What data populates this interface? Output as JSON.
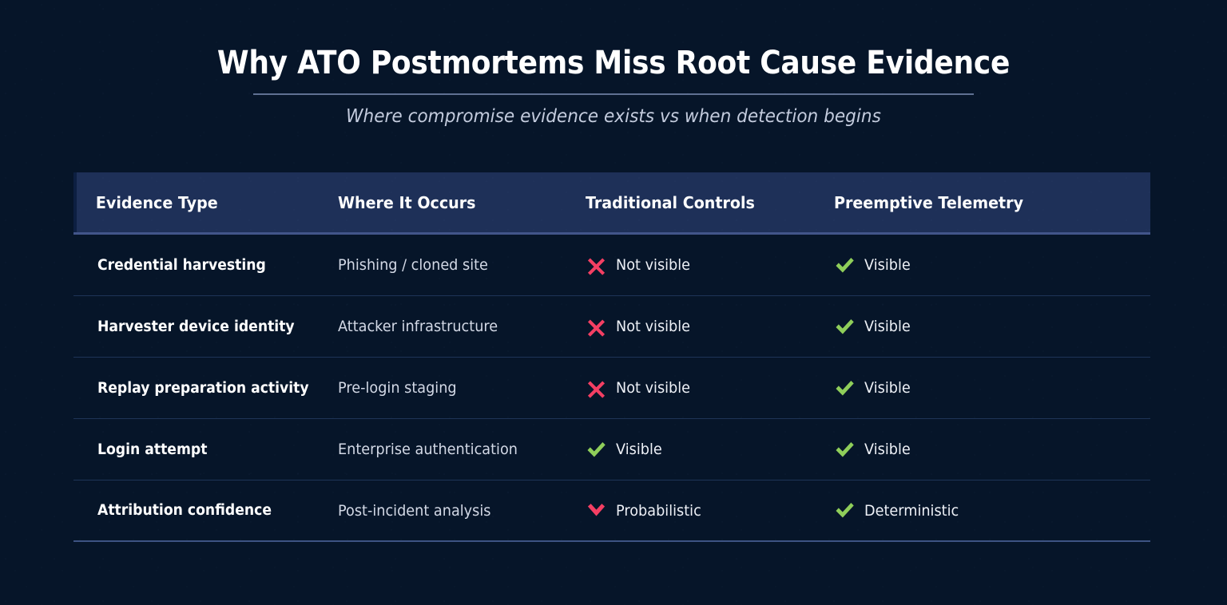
{
  "header": {
    "title": "Why ATO Postmortems Miss Root Cause Evidence",
    "subtitle": "Where compromise evidence exists vs when detection begins"
  },
  "colors": {
    "background": "#061529",
    "header_band": "#1e3058",
    "negative": "#f43f63",
    "positive": "#8fce5a",
    "rule": "#7e8fb5",
    "divider": "#1e3457",
    "text_primary": "#ffffff",
    "text_secondary": "#d3d9e6",
    "subtitle": "#c3cbdd"
  },
  "table": {
    "columns": [
      {
        "key": "evidence_type",
        "label": "Evidence Type"
      },
      {
        "key": "where_it_occurs",
        "label": "Where It Occurs"
      },
      {
        "key": "traditional_controls",
        "label": "Traditional Controls"
      },
      {
        "key": "preemptive_telemetry",
        "label": "Preemptive Telemetry"
      }
    ],
    "rows": [
      {
        "evidence_type": "Credential harvesting",
        "where_it_occurs": "Phishing / cloned site",
        "traditional_controls": {
          "icon": "cross-icon",
          "label": "Not visible",
          "state": "negative"
        },
        "preemptive_telemetry": {
          "icon": "check-icon",
          "label": "Visible",
          "state": "positive"
        }
      },
      {
        "evidence_type": "Harvester device identity",
        "where_it_occurs": "Attacker infrastructure",
        "traditional_controls": {
          "icon": "cross-icon",
          "label": "Not visible",
          "state": "negative"
        },
        "preemptive_telemetry": {
          "icon": "check-icon",
          "label": "Visible",
          "state": "positive"
        }
      },
      {
        "evidence_type": "Replay preparation activity",
        "where_it_occurs": "Pre-login staging",
        "traditional_controls": {
          "icon": "cross-icon",
          "label": "Not visible",
          "state": "negative"
        },
        "preemptive_telemetry": {
          "icon": "check-icon",
          "label": "Visible",
          "state": "positive"
        }
      },
      {
        "evidence_type": "Login attempt",
        "where_it_occurs": "Enterprise authentication",
        "traditional_controls": {
          "icon": "check-icon",
          "label": "Visible",
          "state": "positive"
        },
        "preemptive_telemetry": {
          "icon": "check-icon",
          "label": "Visible",
          "state": "positive"
        }
      },
      {
        "evidence_type": "Attribution confidence",
        "where_it_occurs": "Post-incident analysis",
        "traditional_controls": {
          "icon": "chevron-down-icon",
          "label": "Probabilistic",
          "state": "negative"
        },
        "preemptive_telemetry": {
          "icon": "check-icon",
          "label": "Deterministic",
          "state": "positive"
        }
      }
    ]
  }
}
